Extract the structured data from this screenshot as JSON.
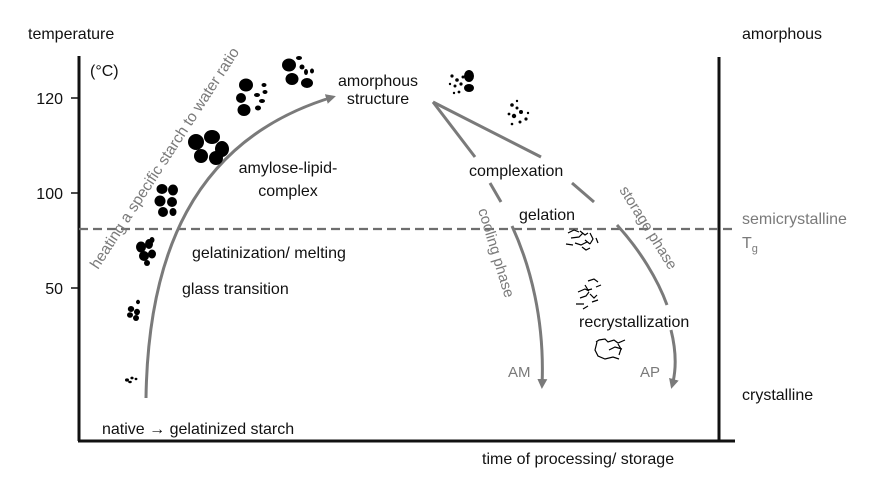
{
  "axes": {
    "y_title": "temperature",
    "y_unit": "(°C)",
    "y_ticks": [
      {
        "label": "120",
        "value": 120
      },
      {
        "label": "100",
        "value": 100
      },
      {
        "label": "50",
        "value": 50
      }
    ],
    "x_title": "time of processing/ storage",
    "right_top": "amorphous",
    "right_middle": "semicrystalline",
    "right_tg": "T",
    "right_tg_sub": "g",
    "right_bottom": "crystalline"
  },
  "labels": {
    "heating": "heating a specific starch to water ratio",
    "amorphous_line1": "amorphous",
    "amorphous_line2": "structure",
    "amylose_line1": "amylose-lipid-",
    "amylose_line2": "complex",
    "gelatinization": "gelatinization/ melting",
    "glass_transition": "glass transition",
    "native": "native → gelatinized starch",
    "complexation": "complexation",
    "gelation": "gelation",
    "cooling_phase": "cooling phase",
    "storage_phase": "storage phase",
    "recrystallization": "recrystallization",
    "am": "AM",
    "ap": "AP"
  },
  "colors": {
    "axis": "#111111",
    "arrow": "#7a7a7a",
    "dashed": "#6e6e6e",
    "granule": "#000000"
  }
}
